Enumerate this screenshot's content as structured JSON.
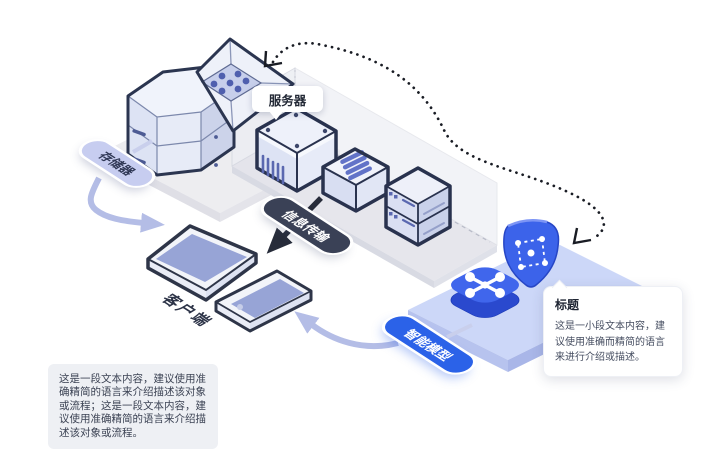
{
  "diagram": {
    "labels": {
      "storage": "存储器",
      "server": "服务器",
      "transfer": "信息传输",
      "client": "客户端",
      "model": "智能模型"
    },
    "callout": {
      "title": "标题",
      "body": "这是一小段文本内容，建议使用准确而精简的语言来进行介绍或描述。"
    },
    "note": {
      "body": "这是一段文本内容，建议使用准确精简的语言来介绍描述该对象或流程；这是一段文本内容，建议使用准确精简的语言来介绍描述该对象或流程。"
    },
    "icons": [
      "storage-hexagon-icon",
      "funnel-icon",
      "server-icon",
      "database-icon",
      "server-rack-icon",
      "tablet-icon",
      "phone-icon",
      "router-icon",
      "shield-model-icon",
      "dotted-connector",
      "transfer-arrow",
      "storage-arrow",
      "model-arrow"
    ],
    "colors": {
      "accent_blue": "#3A62E9",
      "dark_pill": "#3A4156",
      "light_pill": "#C7CDF0",
      "screen_periwinkle": "#97A4D6",
      "platform_blue": "#CCD7F8",
      "outline_dark": "#2B3550",
      "dot_black": "#191C24"
    }
  }
}
